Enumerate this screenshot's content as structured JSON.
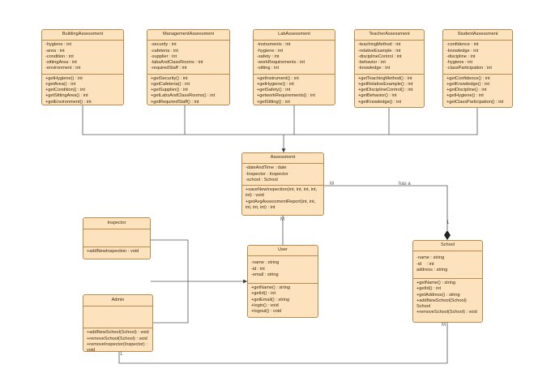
{
  "classes": {
    "building": {
      "name": "BuildingAssessment",
      "attrs": [
        "-hygiene : int",
        "-area : int",
        "-condition : int",
        "-sittingArea : int",
        "-environment : int"
      ],
      "ops": [
        "+getHygiene() : int",
        "+getArea() : int",
        "+getCondition() : int",
        "+getSittingArea() : int",
        "+getEnvironment() : int"
      ]
    },
    "management": {
      "name": "ManagementAssessment",
      "attrs": [
        "-security : int",
        "-cafeteria : int",
        "-supplier : int",
        "-labsAndClassRooms : int",
        "-requiredStaff : int"
      ],
      "ops": [
        "+getSecurity() : int",
        "+getCafeteria() : int",
        "+getSupplier() : int",
        "+getLabsAndClassRooms() : int",
        "+getRequiredStaff() : int"
      ]
    },
    "lab": {
      "name": "LabAssessment",
      "attrs": [
        "-instruments : int",
        "-hygiene : int",
        "-safety : int",
        "-workRequirements : int",
        "-sitting : int"
      ],
      "ops": [
        "+getInstrument() : int",
        "+getHygiene() : int",
        "+getSafety() : int",
        "+getworkRequirements() : int",
        "+getSitting() : int"
      ]
    },
    "teacher": {
      "name": "TeacherAssessment",
      "attrs": [
        "-teachingMethod : int",
        "-relativeExample : int",
        "-disciplineControl : int",
        "-behavior : int",
        "-knowledge : int"
      ],
      "ops": [
        "+getTeachingMethod() : int",
        "+getRelativeExample() : int",
        "+getDisciplineControl() : int",
        "+getBehavior() : int",
        "+getKnowledge() : int"
      ]
    },
    "student": {
      "name": "StudentAssessment",
      "attrs": [
        "-confidence : int",
        "-knowledge : int",
        "-discipline : int",
        "-hygiene : int",
        "-classParticipation : int"
      ],
      "ops": [
        "+getConfidence() : int",
        "+getKnowledge() : int",
        "+getDiscipline() : int",
        "+getHygiene() : int",
        "+getClassParticipation() : int"
      ]
    },
    "assessment": {
      "name": "Assessment",
      "attrs": [
        "-dateAndTime : date",
        "-Inspector : Inspector",
        "-school : School"
      ],
      "ops": [
        "+saveNewInspection(int, int, int, int,",
        "int) : void",
        "+getAvgAssessmentReport(int, int,",
        "int, int, int) : int"
      ]
    },
    "inspector": {
      "name": "Inspector",
      "attrs": [],
      "ops": [
        "+addNewInspection : void"
      ]
    },
    "user": {
      "name": "User",
      "attrs": [
        "-name : string",
        "-id : int",
        "-email : string"
      ],
      "ops": [
        "+getName() : string",
        "+getId() : int",
        "+getEmail() : string",
        "+login() : void",
        "+logout() : void"
      ]
    },
    "school": {
      "name": "School",
      "attrs": [
        "-name : string",
        "-id    : int",
        "address : string"
      ],
      "ops": [
        "+getName() : string",
        "+getId() : int",
        "+getAddress() : string",
        "+addNewSchool(School)",
        "School",
        "+removeSchool(School) : void"
      ]
    },
    "admin": {
      "name": "Admin",
      "attrs": [],
      "ops": [
        "+addNewSchool(School) : void",
        "+removeSchool(School) : void",
        "+removeInspector(Inspector) :",
        "void"
      ]
    }
  },
  "labels": {
    "has_a": "has a",
    "m_assess_right": "M",
    "one_school_top": "1",
    "m_assess_bottom": "M",
    "m_school_bottom": "M",
    "one_admin_bottom": "1"
  },
  "colors": {
    "fill": "#fde3bd",
    "border": "#b88a4c",
    "line": "#555555"
  }
}
